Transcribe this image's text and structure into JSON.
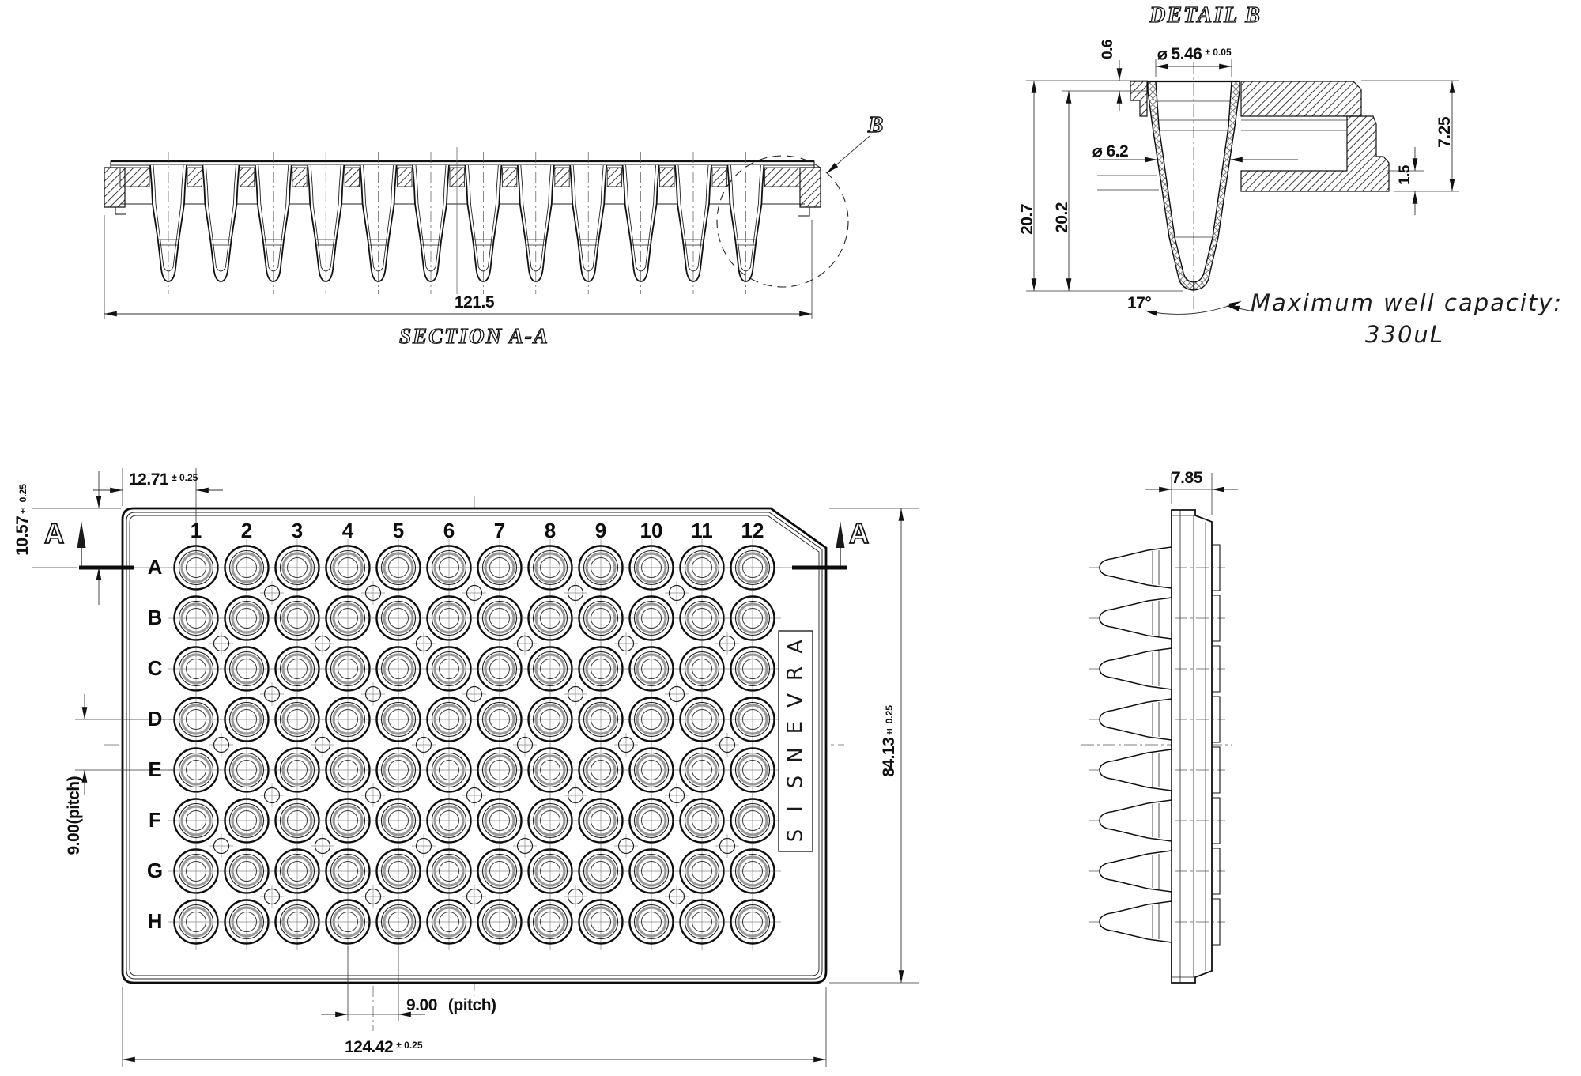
{
  "section": {
    "title": "SECTION A-A",
    "width": "121.5",
    "detail_label": "B"
  },
  "detail": {
    "title": "DETAIL B",
    "lip": "0.6",
    "top_dia": "⌀ 5.46",
    "top_dia_tol": "± 0.05",
    "outer_dia": "⌀ 6.2",
    "h_outer": "20.7",
    "h_inner": "20.2",
    "deck_h": "7.25",
    "foot": "1.5",
    "angle": "17°",
    "note1": "Maximum well capacity:",
    "note2": "330uL"
  },
  "plan": {
    "columns": [
      "1",
      "2",
      "3",
      "4",
      "5",
      "6",
      "7",
      "8",
      "9",
      "10",
      "11",
      "12"
    ],
    "rows": [
      "A",
      "B",
      "C",
      "D",
      "E",
      "F",
      "G",
      "H"
    ],
    "brand": "ARVENSIS",
    "marker": "A",
    "col_offset": {
      "v": "12.71",
      "tol": "± 0.25"
    },
    "row_offset": {
      "v": "10.57",
      "tol": "± 0.25"
    },
    "row_pitch": {
      "v": "9.00",
      "label": "(pitch)"
    },
    "col_pitch": {
      "v": "9.00",
      "label": "(pitch)"
    },
    "height": {
      "v": "84.13",
      "tol": "± 0.25"
    },
    "width": {
      "v": "124.42",
      "tol": "± 0.25"
    }
  },
  "side": {
    "thickness": "7.85"
  }
}
